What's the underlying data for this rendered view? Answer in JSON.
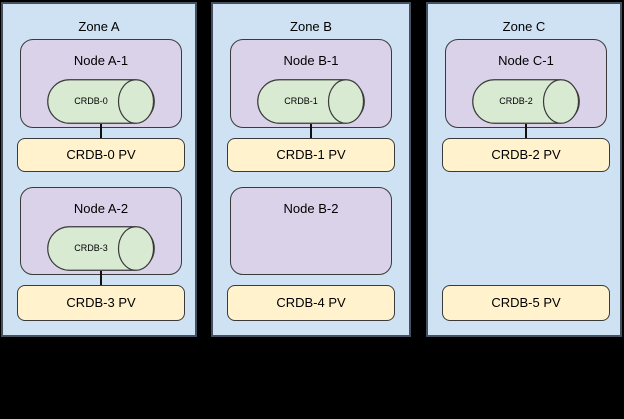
{
  "diagram": {
    "type": "kubernetes-crdb-topology",
    "colors": {
      "background": "#000000",
      "zone_fill": "#cfe2f3",
      "zone_border": "#44505f",
      "node_fill": "#d9d2e9",
      "pod_fill": "#d9ead3",
      "pv_fill": "#fff2cc",
      "shape_border": "#3a3a3a",
      "text": "#000000"
    }
  },
  "zones": [
    {
      "label": "Zone A",
      "nodes": [
        {
          "title": "Node A-1",
          "pod": "CRDB-0",
          "connected": true
        },
        {
          "title": "Node A-2",
          "pod": "CRDB-3",
          "connected": true
        }
      ],
      "pvs": [
        "CRDB-0 PV",
        "CRDB-3 PV"
      ]
    },
    {
      "label": "Zone B",
      "nodes": [
        {
          "title": "Node B-1",
          "pod": "CRDB-1",
          "connected": true
        },
        {
          "title": "Node B-2"
        }
      ],
      "pvs": [
        "CRDB-1 PV",
        "CRDB-4 PV"
      ]
    },
    {
      "label": "Zone C",
      "nodes": [
        {
          "title": "Node C-1",
          "pod": "CRDB-2",
          "connected": true
        }
      ],
      "pvs": [
        "CRDB-2 PV",
        "CRDB-5 PV"
      ]
    }
  ]
}
